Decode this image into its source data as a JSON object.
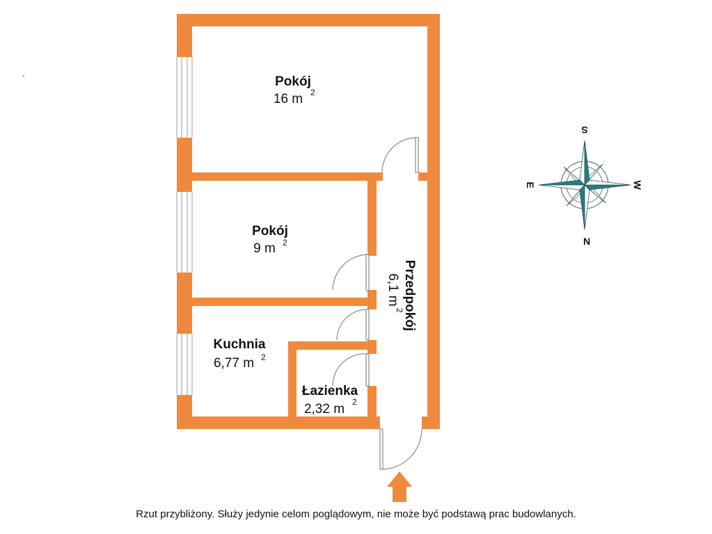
{
  "marks": {
    "dot": "."
  },
  "rooms": [
    {
      "id": "pokoj-large",
      "name": "Pokój",
      "area": "16 m",
      "sup": "2"
    },
    {
      "id": "pokoj-small",
      "name": "Pokój",
      "area": "9 m",
      "sup": "2"
    },
    {
      "id": "kuchnia",
      "name": "Kuchnia",
      "area": "6,77 m",
      "sup": "2"
    },
    {
      "id": "lazienka",
      "name": "Łazienka",
      "area": "2,32 m",
      "sup": "2"
    },
    {
      "id": "przedpokoj",
      "name": "Przedpokój",
      "area": "6,1 m",
      "sup": "2"
    }
  ],
  "compass": {
    "north": "N",
    "south": "S",
    "east": "E",
    "west": "W"
  },
  "disclaimer": "Rzut przybliżony. Służy jedynie celom poglądowym, nie może być podstawą prac budowlanych.",
  "colors": {
    "wall": "#ef8a3c",
    "compass_fill": "#2a7b80",
    "entrance_arrow": "#ef8a3c"
  }
}
